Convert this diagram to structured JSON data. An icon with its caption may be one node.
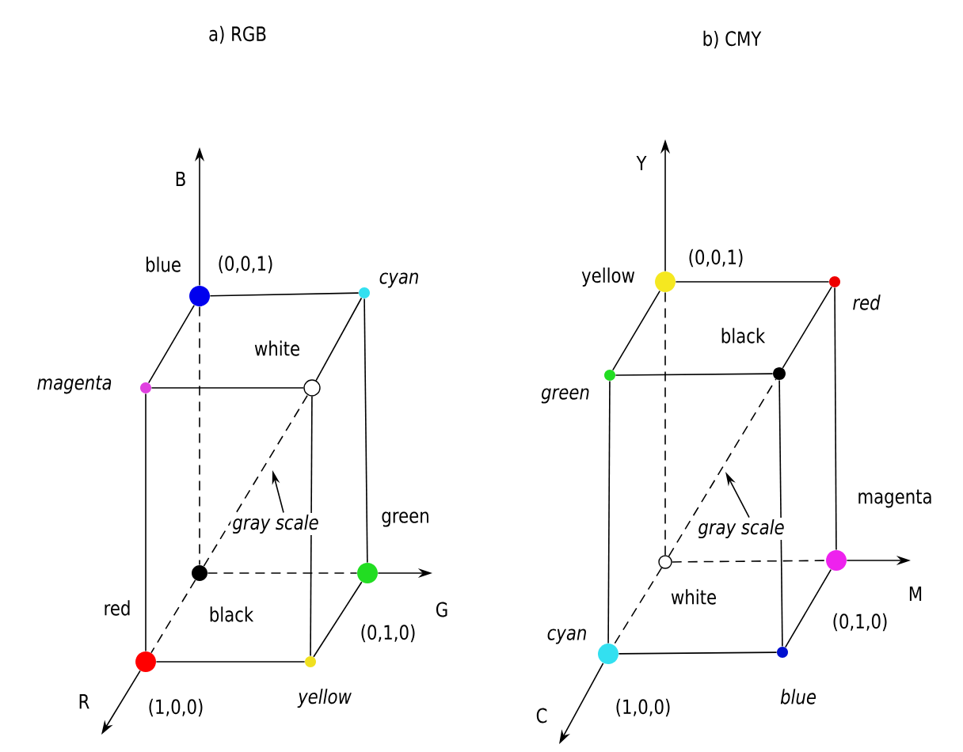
{
  "diagram": {
    "nodes": [
      {
        "text": [],
        "shape": "circle",
        "beside": [
          "blue",
          "(0,0,1)"
        ]
      },
      {
        "text": [],
        "shape": "circle",
        "beside": [
          "cyan"
        ]
      },
      {
        "text": [],
        "shape": "circle",
        "beside": [
          "magenta"
        ]
      },
      {
        "text": [],
        "shape": "circle",
        "beside": [
          "white"
        ]
      },
      {
        "text": [],
        "shape": "circle",
        "beside": [
          "black"
        ]
      },
      {
        "text": [],
        "shape": "circle",
        "beside": [
          "green",
          "(0,1,0)"
        ]
      },
      {
        "text": [],
        "shape": "circle",
        "beside": [
          "red",
          "(1,0,0)"
        ]
      },
      {
        "text": [],
        "shape": "circle",
        "beside": [
          "yellow"
        ]
      },
      {
        "text": [
          "gray scale"
        ]
      },
      {
        "text": [],
        "shape": "circle",
        "beside": [
          "yellow",
          "(0,0,1)"
        ]
      },
      {
        "text": [],
        "shape": "circle",
        "beside": [
          "red"
        ]
      },
      {
        "text": [],
        "shape": "circle",
        "beside": [
          "green"
        ]
      },
      {
        "text": [],
        "shape": "circle",
        "beside": [
          "black"
        ]
      },
      {
        "text": [],
        "shape": "circle",
        "beside": [
          "white"
        ]
      },
      {
        "text": [],
        "shape": "circle",
        "beside": [
          "magenta",
          "(0,1,0)"
        ]
      },
      {
        "text": [],
        "shape": "circle",
        "beside": [
          "cyan",
          "(1,0,0)"
        ]
      },
      {
        "text": [],
        "shape": "circle",
        "beside": [
          "blue"
        ]
      },
      {
        "text": [
          "gray scale"
        ]
      }
    ],
    "edges": [
      {
        "from": 0,
        "to": 1,
        "arrow": "none"
      },
      {
        "from": 0,
        "to": 2,
        "arrow": "none"
      },
      {
        "from": 1,
        "to": 3,
        "arrow": "none"
      },
      {
        "from": 2,
        "to": 3,
        "arrow": "none"
      },
      {
        "from": 2,
        "to": 6,
        "arrow": "none"
      },
      {
        "from": 3,
        "to": 7,
        "arrow": "none"
      },
      {
        "from": 1,
        "to": 5,
        "arrow": "none"
      },
      {
        "from": 6,
        "to": 7,
        "arrow": "none"
      },
      {
        "from": 7,
        "to": 5,
        "arrow": "none"
      },
      {
        "from": 0,
        "to": 4,
        "arrow": "none",
        "style": "dashed"
      },
      {
        "from": 4,
        "to": 5,
        "arrow": "none",
        "style": "dashed"
      },
      {
        "from": 4,
        "to": 6,
        "arrow": "none",
        "style": "dashed"
      },
      {
        "from": 4,
        "to": 3,
        "arrow": "none",
        "style": "dashed"
      },
      {
        "from": 8,
        "to": null,
        "arrow": "to"
      },
      {
        "from": 9,
        "to": 10,
        "arrow": "none"
      },
      {
        "from": 9,
        "to": 11,
        "arrow": "none"
      },
      {
        "from": 10,
        "to": 12,
        "arrow": "none"
      },
      {
        "from": 11,
        "to": 12,
        "arrow": "none"
      },
      {
        "from": 11,
        "to": 15,
        "arrow": "none"
      },
      {
        "from": 12,
        "to": 16,
        "arrow": "none"
      },
      {
        "from": 10,
        "to": 14,
        "arrow": "none"
      },
      {
        "from": 15,
        "to": 16,
        "arrow": "none"
      },
      {
        "from": 16,
        "to": 14,
        "arrow": "none"
      },
      {
        "from": 9,
        "to": 13,
        "arrow": "none",
        "style": "dashed"
      },
      {
        "from": 13,
        "to": 14,
        "arrow": "none",
        "style": "dashed"
      },
      {
        "from": 13,
        "to": 15,
        "arrow": "none",
        "style": "dashed"
      },
      {
        "from": 13,
        "to": 12,
        "arrow": "none",
        "style": "dashed"
      },
      {
        "from": 17,
        "to": null,
        "arrow": "to"
      }
    ],
    "labels": [
      "a) RGB",
      "B",
      "G",
      "R",
      "b) CMY",
      "Y",
      "M",
      "C"
    ]
  }
}
